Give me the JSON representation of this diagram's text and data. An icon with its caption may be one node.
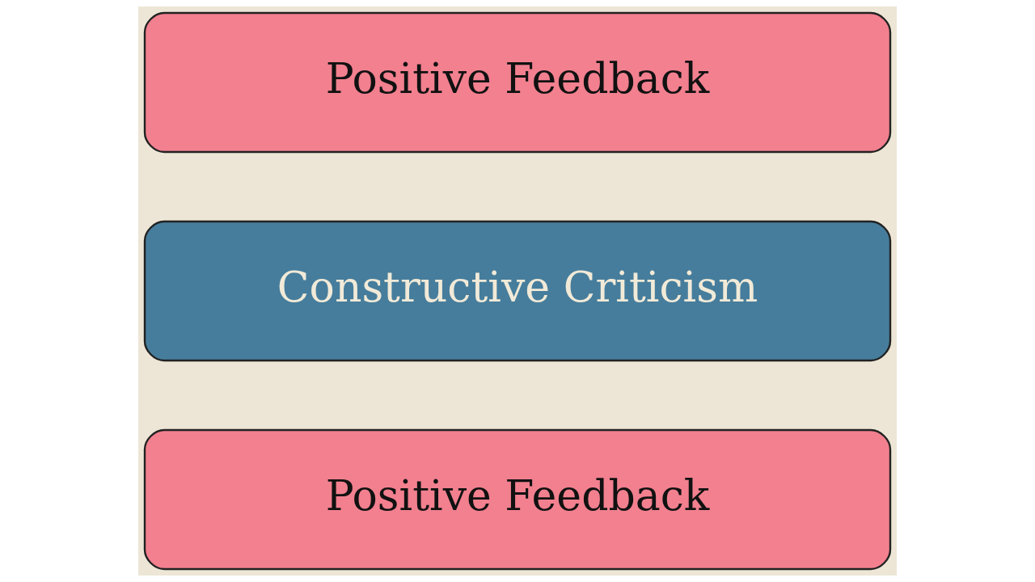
{
  "diagram": {
    "nodes": [
      {
        "text": [
          "Positive Feedback"
        ]
      },
      {
        "text": [
          "Constructive Criticism"
        ]
      },
      {
        "text": [
          "Positive Feedback"
        ]
      }
    ]
  }
}
